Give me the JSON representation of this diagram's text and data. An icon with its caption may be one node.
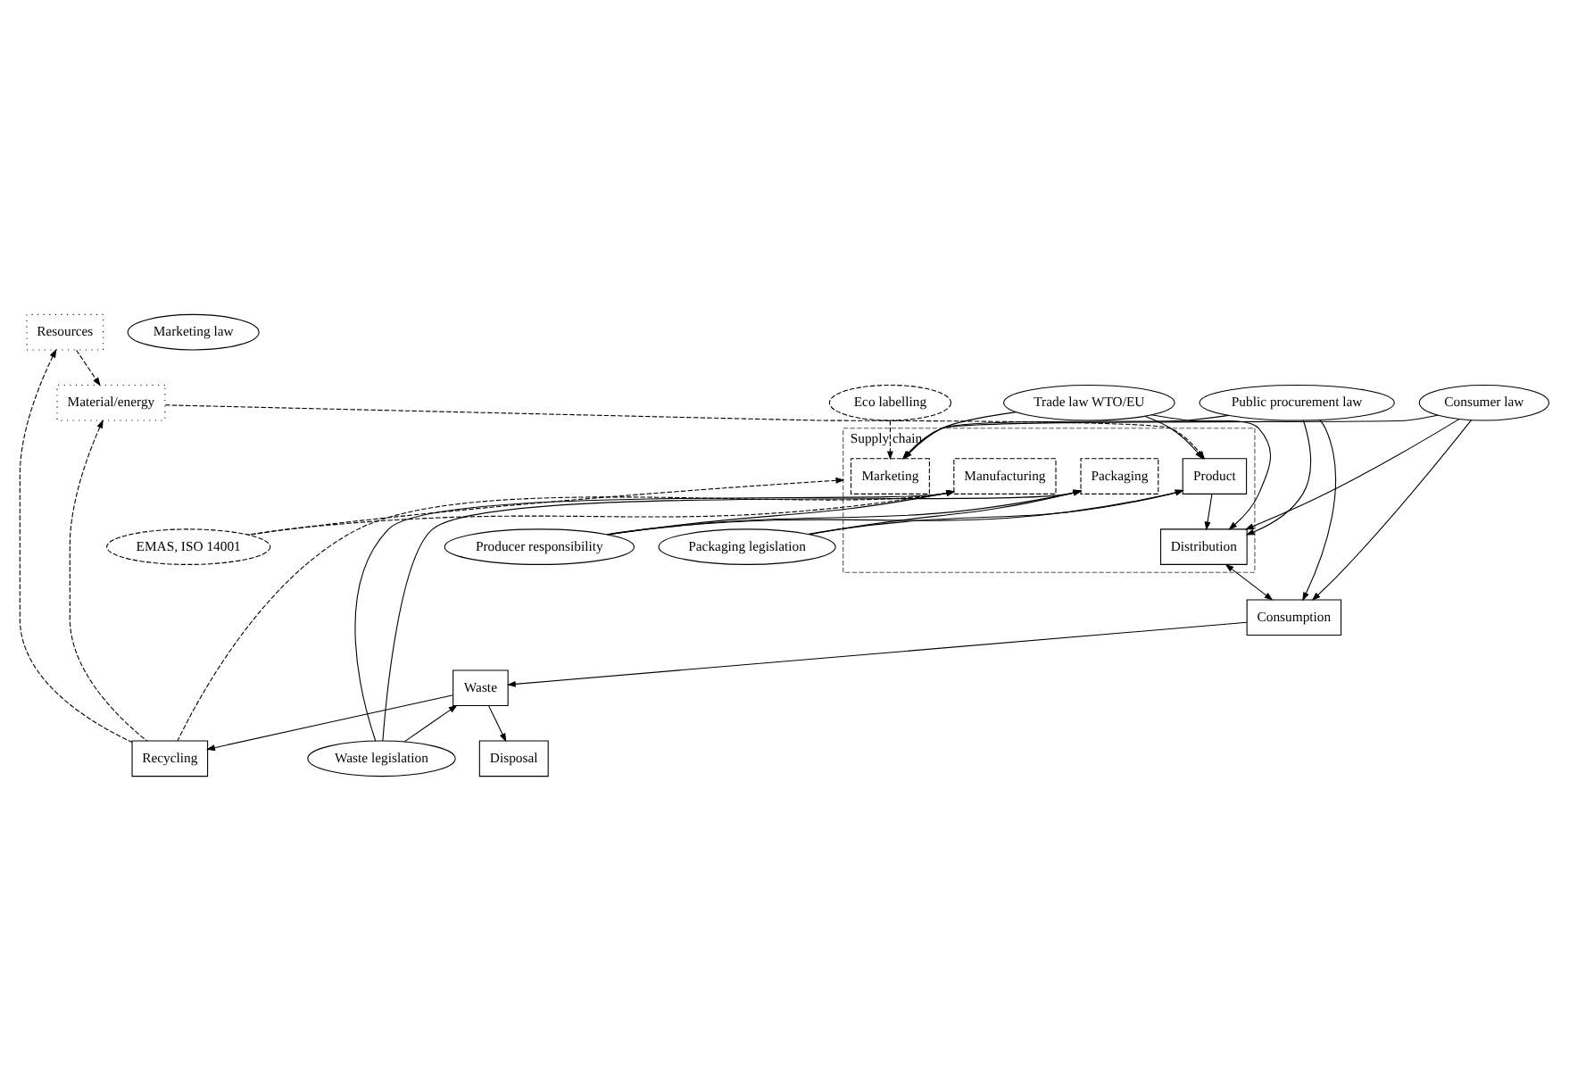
{
  "diagram": {
    "nodes": [
      {
        "text": [
          "Trade law WTO/EU"
        ]
      },
      {
        "text": [
          "Public procurement law"
        ]
      },
      {
        "text": [
          "Resources"
        ]
      },
      {
        "text": [
          "Eco labelling"
        ]
      },
      {
        "text": [
          "Marketing law"
        ]
      },
      {
        "text": [
          "Consumer law"
        ]
      },
      {
        "text": [
          "Supply chain"
        ]
      },
      {
        "text": [
          "Material/energy"
        ]
      },
      {
        "text": [
          "Marketing"
        ],
        "in": 6
      },
      {
        "text": [
          "Product"
        ],
        "in": 6
      },
      {
        "text": [
          "Distribution"
        ],
        "in": 6
      },
      {
        "text": [
          "Consumption"
        ]
      },
      {
        "text": [
          "Manufacturing"
        ],
        "in": 6
      },
      {
        "text": [
          "Packaging"
        ],
        "in": 6
      },
      {
        "text": [
          "Waste"
        ]
      },
      {
        "text": [
          "Producer responsibility"
        ]
      },
      {
        "text": [
          "Packaging legislation"
        ]
      },
      {
        "text": [
          "Recycling"
        ]
      },
      {
        "text": [
          "Disposal"
        ]
      },
      {
        "text": [
          "EMAS, ISO 14001"
        ]
      },
      {
        "text": [
          "Waste legislation"
        ]
      }
    ],
    "edges": [
      {
        "from": 2,
        "to": 7,
        "arrow": "to",
        "style": "dashed"
      },
      {
        "from": 7,
        "to": 9,
        "arrow": "to",
        "style": "dashed"
      },
      {
        "from": 0,
        "to": 9,
        "arrow": "to"
      },
      {
        "from": 0,
        "to": 10,
        "arrow": "to"
      },
      {
        "from": 0,
        "to": 8,
        "arrow": "to"
      },
      {
        "from": 1,
        "to": 8,
        "arrow": "to"
      },
      {
        "from": 1,
        "to": 10,
        "arrow": "to"
      },
      {
        "from": 1,
        "to": 11,
        "arrow": "to"
      },
      {
        "from": 5,
        "to": 8,
        "arrow": "to"
      },
      {
        "from": 5,
        "to": 10,
        "arrow": "to"
      },
      {
        "from": 5,
        "to": 11,
        "arrow": "to"
      },
      {
        "from": 3,
        "to": 8,
        "arrow": "to",
        "style": "dashed"
      },
      {
        "from": 9,
        "to": 10,
        "arrow": "to"
      },
      {
        "from": 10,
        "to": 11,
        "arrow": "both"
      },
      {
        "from": 11,
        "to": 14,
        "arrow": "to"
      },
      {
        "from": 14,
        "to": 17,
        "arrow": "to"
      },
      {
        "from": 14,
        "to": 18,
        "arrow": "to"
      },
      {
        "from": 15,
        "to": 12,
        "arrow": "to"
      },
      {
        "from": 15,
        "to": 9,
        "arrow": "to"
      },
      {
        "from": 15,
        "to": 13,
        "arrow": "to"
      },
      {
        "from": 16,
        "to": 9,
        "arrow": "to"
      },
      {
        "from": 16,
        "to": 13,
        "arrow": "to"
      },
      {
        "from": 19,
        "to": 12,
        "arrow": "to",
        "style": "dashed"
      },
      {
        "from": 19,
        "to": 6,
        "arrow": "to",
        "style": "dashed"
      },
      {
        "from": 17,
        "to": 2,
        "arrow": "to",
        "style": "dashed"
      },
      {
        "from": 17,
        "to": 7,
        "arrow": "to",
        "style": "dashed"
      },
      {
        "from": 17,
        "to": 12,
        "arrow": "to",
        "style": "dashed"
      },
      {
        "from": 20,
        "to": 14,
        "arrow": "to"
      },
      {
        "from": 20,
        "to": 13,
        "arrow": "to"
      },
      {
        "from": 20,
        "to": 12,
        "arrow": "to"
      }
    ]
  }
}
